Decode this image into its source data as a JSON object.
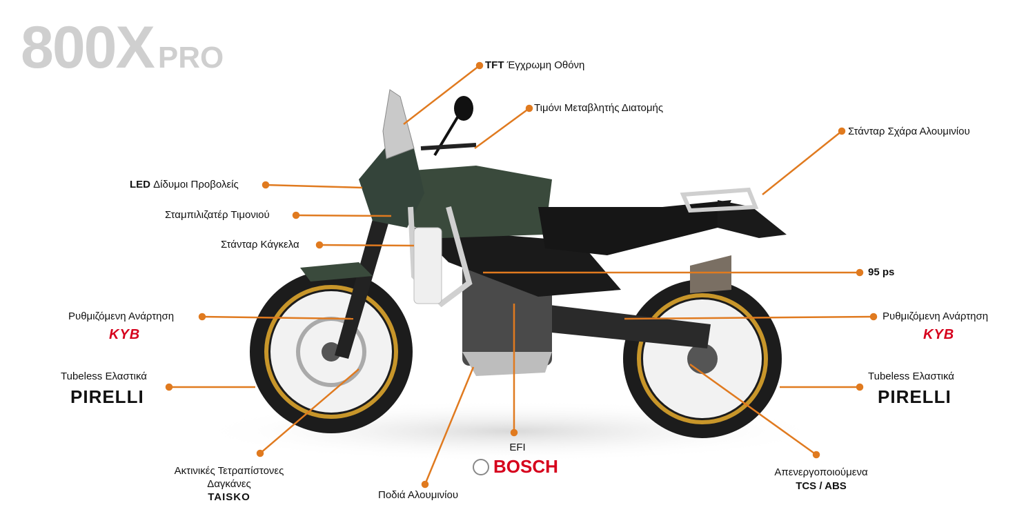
{
  "title": {
    "main": "800X",
    "sub": "PRO"
  },
  "features": {
    "tft": {
      "bold": "TFT",
      "text": " Έγχρωμη Οθόνη"
    },
    "handlebar": "Τιμόνι Μεταβλητής Διατομής",
    "rack": "Στάνταρ Σχάρα Αλουμινίου",
    "led": {
      "bold": "LED",
      "text": " Δίδυμοι Προβολείς"
    },
    "damper": "Σταμπιλιζατέρ Τιμονιού",
    "crashbar": "Στάνταρ Κάγκελα",
    "power": "95 ps",
    "susp_front": {
      "text": "Ρυθμιζόμενη Ανάρτηση",
      "brand": "KYB"
    },
    "susp_rear": {
      "text": "Ρυθμιζόμενη Ανάρτηση",
      "brand": "KYB"
    },
    "tires_front": {
      "text": "Tubeless Ελαστικά",
      "brand": "PIRELLI"
    },
    "tires_rear": {
      "text": "Tubeless Ελαστικά",
      "brand": "PIRELLI"
    },
    "brakes": {
      "line1": "Ακτινικές Τετραπίστονες",
      "line2": "Δαγκάνες",
      "brand": "TAISKO"
    },
    "footpegs": "Ποδιά Αλουμινίου",
    "efi": {
      "text": "EFI",
      "brand": "BOSCH"
    },
    "tcs": {
      "line1": "Απενεργοποιούμενα",
      "line2": "TCS / ABS"
    }
  },
  "colors": {
    "accent": "#e07a1f",
    "title": "#cfcfcf",
    "bike_body": "#3a4a3c",
    "wheel_rim": "#c8962a"
  }
}
